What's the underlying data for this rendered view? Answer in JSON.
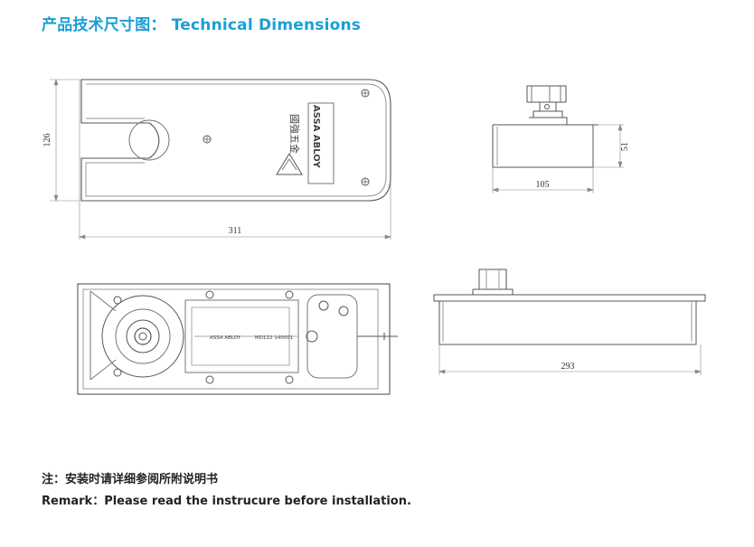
{
  "header": {
    "title": "产品技术尺寸图： Technical Dimensions"
  },
  "dimensions": {
    "top_width": "311",
    "top_height": "126",
    "side_width": "105",
    "side_height": "51",
    "bottom_width": "293"
  },
  "plate_marks": {
    "brand": "ASSA ABLOY",
    "cn_brand": "國強五金",
    "model_text": "MD122  140001"
  },
  "notes": {
    "zh": "注：安装时请详细参阅所附说明书",
    "en": "Remark：Please read the instrucure before installation."
  },
  "colors": {
    "title": "#1a9fd6",
    "line": "#555555"
  }
}
